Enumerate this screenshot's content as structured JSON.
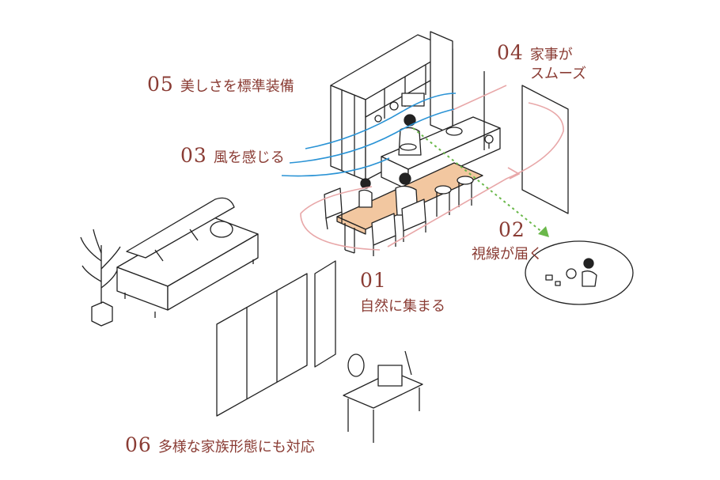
{
  "colors": {
    "label": "#8a3c34",
    "line": "#222222",
    "wind": "#2a93d5",
    "flow": "#e8a7a8",
    "table": "#f2c7a0",
    "sight": "#6ab84a"
  },
  "features": [
    {
      "num": "05",
      "text": "美しさを標準装備"
    },
    {
      "num": "03",
      "text": "風を感じる"
    },
    {
      "num": "04",
      "text": "家事が",
      "text2": "スムーズ"
    },
    {
      "num": "02",
      "text": "視線が届く"
    },
    {
      "num": "01",
      "text": "自然に集まる"
    },
    {
      "num": "06",
      "text": "多様な家族形態にも対応"
    }
  ],
  "icons": [
    "wind-lines-icon",
    "sightline-arrow-icon",
    "flow-loop-icon"
  ]
}
